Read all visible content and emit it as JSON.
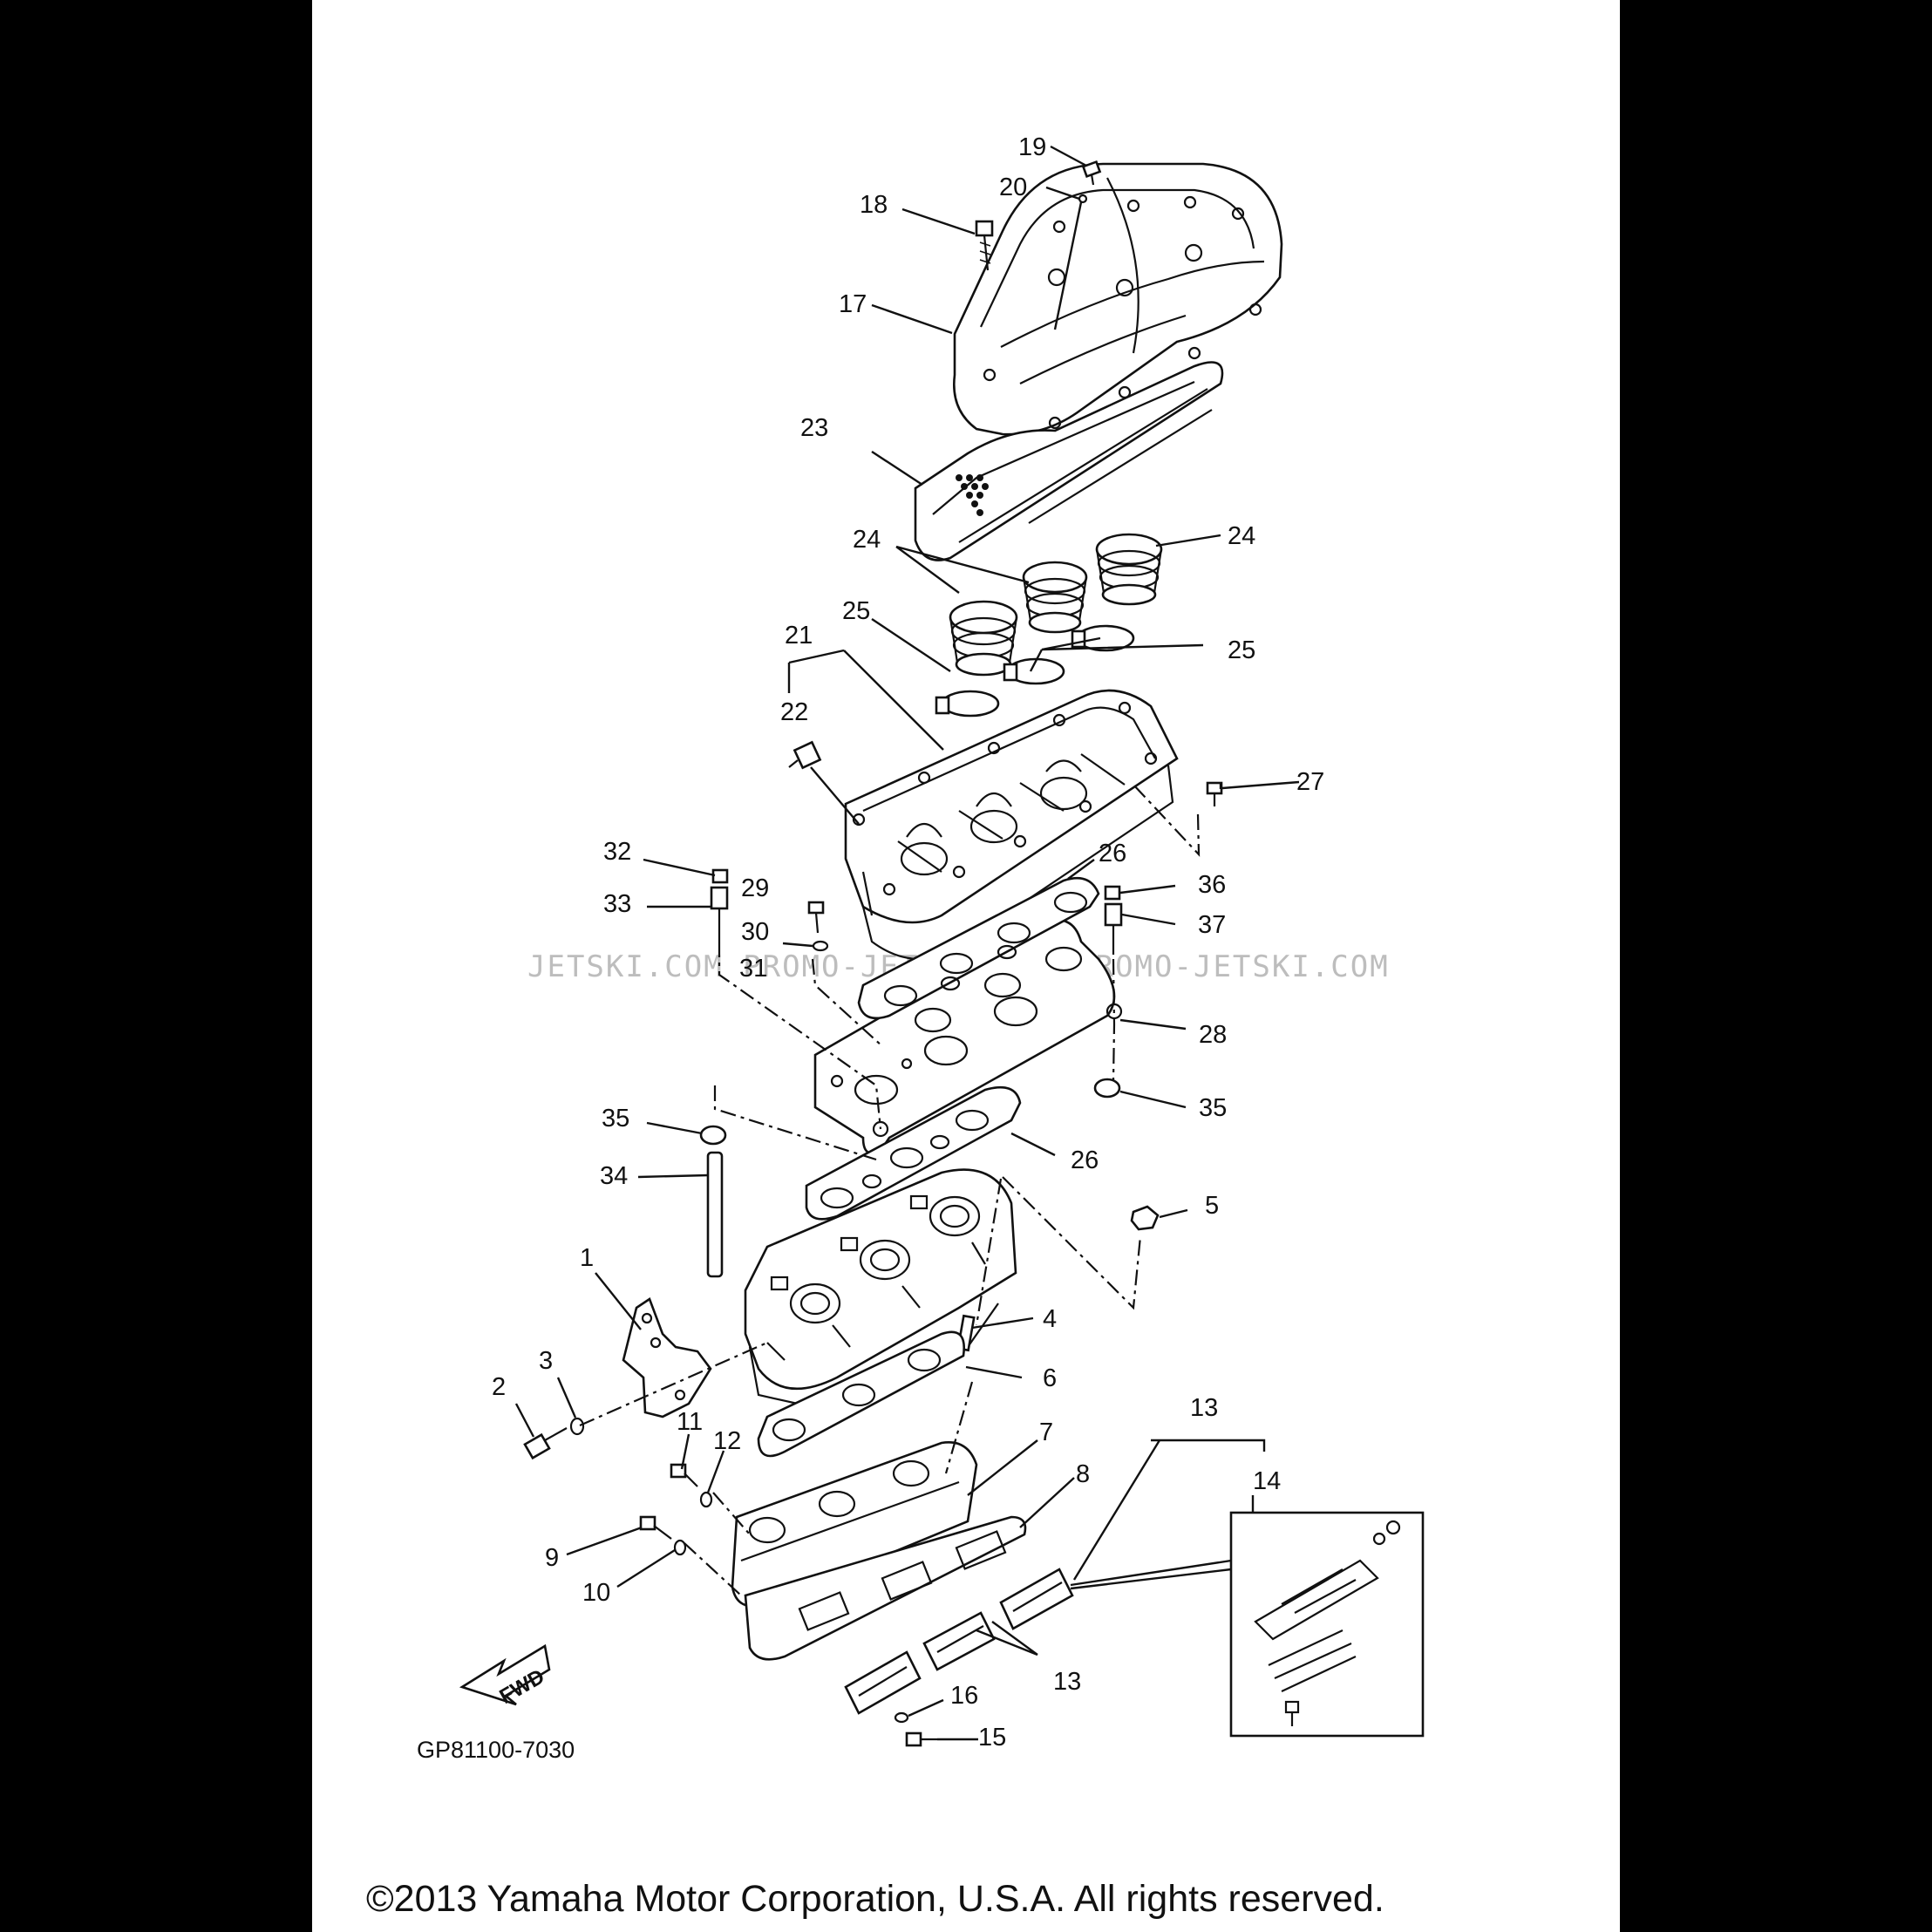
{
  "callouts": [
    {
      "id": "c19",
      "text": "19"
    },
    {
      "id": "c20",
      "text": "20"
    },
    {
      "id": "c18",
      "text": "18"
    },
    {
      "id": "c17",
      "text": "17"
    },
    {
      "id": "c23",
      "text": "23"
    },
    {
      "id": "c24a",
      "text": "24"
    },
    {
      "id": "c24b",
      "text": "24"
    },
    {
      "id": "c25a",
      "text": "25"
    },
    {
      "id": "c25b",
      "text": "25"
    },
    {
      "id": "c21",
      "text": "21"
    },
    {
      "id": "c22",
      "text": "22"
    },
    {
      "id": "c27",
      "text": "27"
    },
    {
      "id": "c32",
      "text": "32"
    },
    {
      "id": "c26a",
      "text": "26"
    },
    {
      "id": "c29",
      "text": "29"
    },
    {
      "id": "c36",
      "text": "36"
    },
    {
      "id": "c33",
      "text": "33"
    },
    {
      "id": "c37",
      "text": "37"
    },
    {
      "id": "c30",
      "text": "30"
    },
    {
      "id": "c31",
      "text": "31"
    },
    {
      "id": "c28",
      "text": "28"
    },
    {
      "id": "c35a",
      "text": "35"
    },
    {
      "id": "c35b",
      "text": "35"
    },
    {
      "id": "c26b",
      "text": "26"
    },
    {
      "id": "c34",
      "text": "34"
    },
    {
      "id": "c5",
      "text": "5"
    },
    {
      "id": "c1",
      "text": "1"
    },
    {
      "id": "c4",
      "text": "4"
    },
    {
      "id": "c3",
      "text": "3"
    },
    {
      "id": "c6",
      "text": "6"
    },
    {
      "id": "c2",
      "text": "2"
    },
    {
      "id": "c13a",
      "text": "13"
    },
    {
      "id": "c11",
      "text": "11"
    },
    {
      "id": "c7",
      "text": "7"
    },
    {
      "id": "c12",
      "text": "12"
    },
    {
      "id": "c14",
      "text": "14"
    },
    {
      "id": "c8",
      "text": "8"
    },
    {
      "id": "c9",
      "text": "9"
    },
    {
      "id": "c10",
      "text": "10"
    },
    {
      "id": "c13b",
      "text": "13"
    },
    {
      "id": "c16",
      "text": "16"
    },
    {
      "id": "c15",
      "text": "15"
    }
  ],
  "fwd_label": "FWD",
  "diagram_code": "GP81100-7030",
  "watermark": "JETSKI.COM  PROMO-JETSKI.COM  PROMO-JETSKI.COM",
  "copyright": "©2013 Yamaha Motor Corporation, U.S.A. All rights reserved."
}
